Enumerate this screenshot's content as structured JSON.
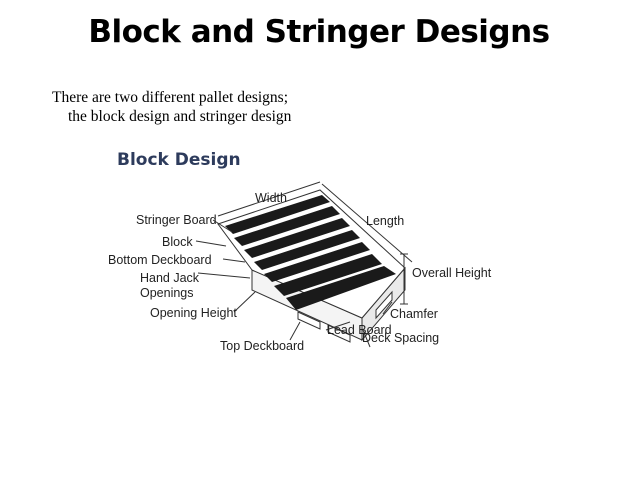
{
  "slide": {
    "title": "Block and Stringer Designs",
    "intro_line1": "There are two different pallet designs;",
    "intro_line2": "the block design and stringer design"
  },
  "figure": {
    "title": "Block Design",
    "labels": {
      "width": "Width",
      "length": "Length",
      "stringer_board": "Stringer Board",
      "block": "Block",
      "bottom_deckboard": "Bottom Deckboard",
      "hand_jack_1": "Hand Jack",
      "hand_jack_2": "Openings",
      "opening_height": "Opening Height",
      "overall_height": "Overall Height",
      "chamfer": "Chamfer",
      "lead_board": "Lead Board",
      "deck_spacing": "Deck Spacing",
      "top_deckboard": "Top Deckboard"
    },
    "colors": {
      "title": "#2d3b5c",
      "boards": "#1a1a1a",
      "line": "#333333"
    }
  }
}
